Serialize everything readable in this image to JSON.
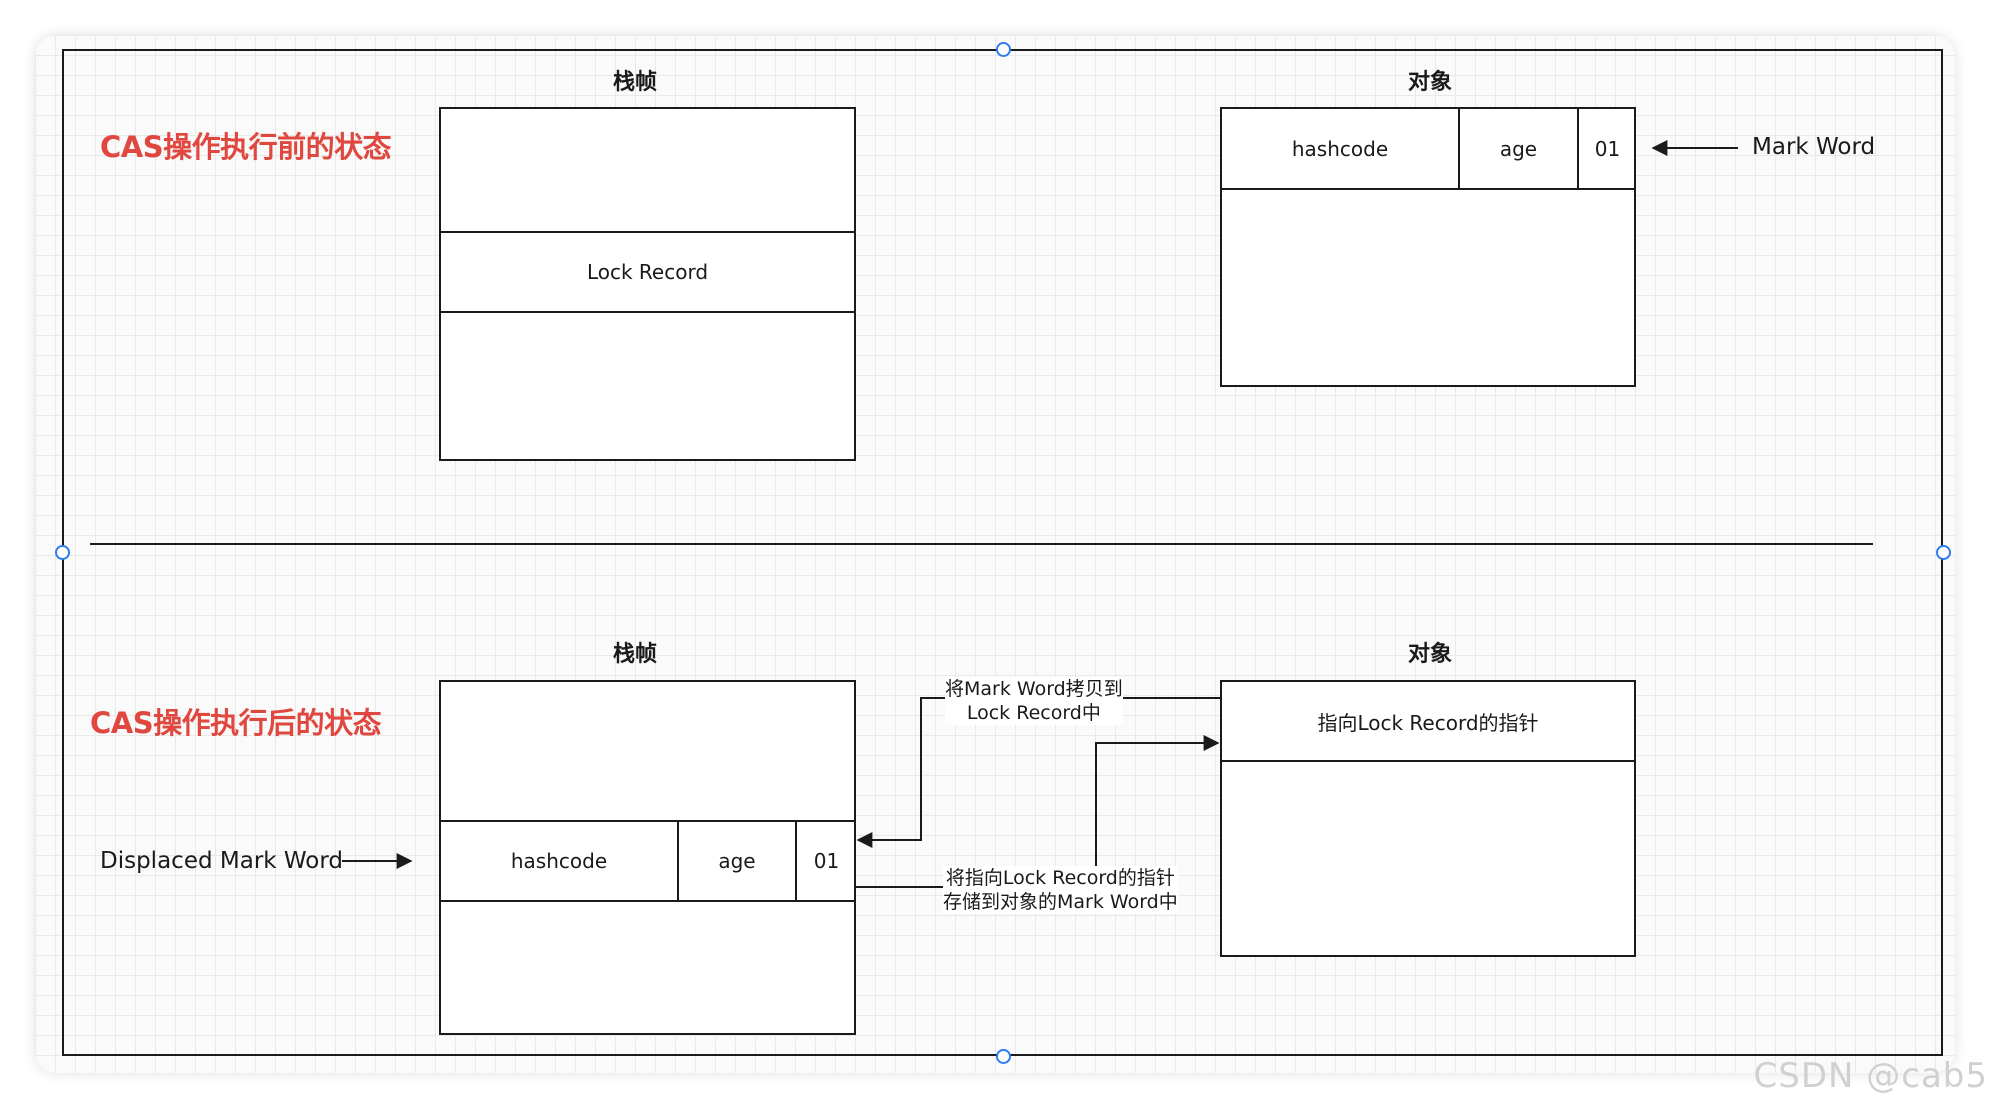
{
  "top": {
    "state_title": "CAS操作执行前的状态",
    "stack_title": "栈帧",
    "object_title": "对象",
    "lock_record": "Lock Record",
    "hashcode": "hashcode",
    "age": "age",
    "flag": "01",
    "mark_word_label": "Mark Word"
  },
  "bottom": {
    "state_title": "CAS操作执行后的状态",
    "stack_title": "栈帧",
    "object_title": "对象",
    "hashcode": "hashcode",
    "age": "age",
    "flag": "01",
    "pointer_cell": "指向Lock Record的指针",
    "displaced_label": "Displaced Mark Word",
    "copy_note_line1": "将Mark Word拷贝到",
    "copy_note_line2": "Lock Record中",
    "store_note_line1": "将指向Lock Record的指针",
    "store_note_line2": "存储到对象的Mark Word中"
  },
  "watermark": "CSDN @cab5"
}
